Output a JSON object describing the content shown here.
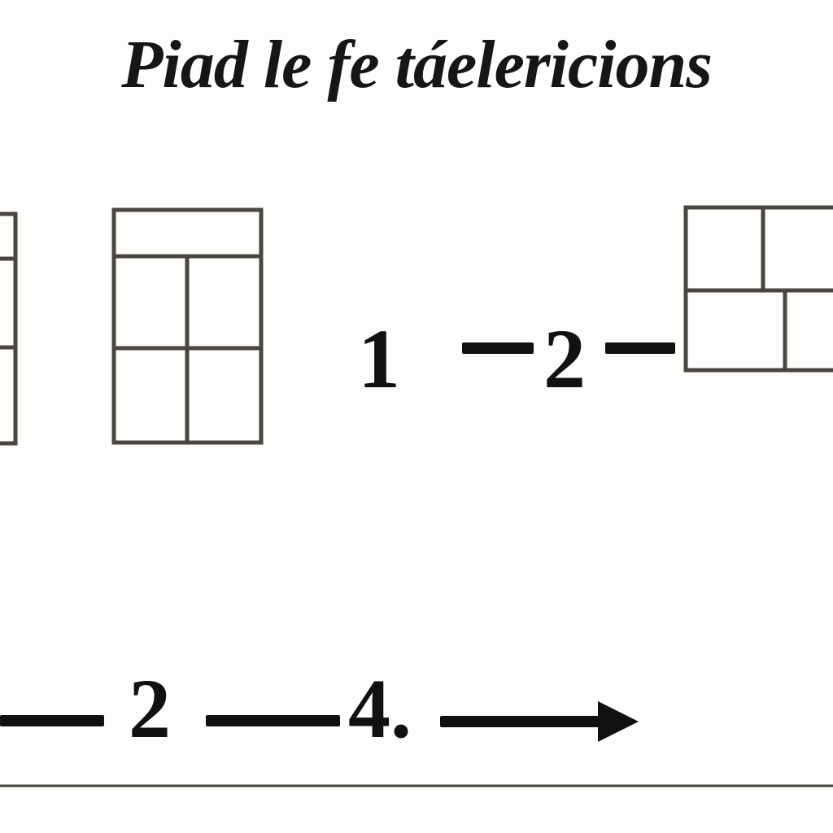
{
  "title": "Piad le fe táelericions",
  "row1": {
    "step_a": "1",
    "step_b": "2"
  },
  "row2": {
    "step_a": "2",
    "step_b": "4."
  },
  "colors": {
    "ink": "#111111",
    "frame": "#4a4541",
    "background": "#fdfdfc"
  }
}
